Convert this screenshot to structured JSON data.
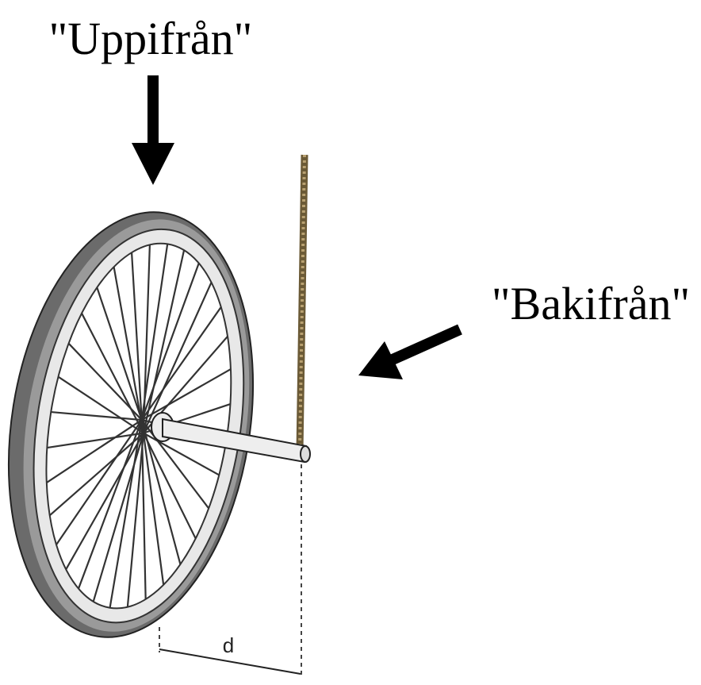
{
  "labels": {
    "top_view": "\"Uppifrån\"",
    "back_view": "\"Bakifrån\"",
    "distance": "d"
  },
  "colors": {
    "tire": "#6b6b6b",
    "rim": "#e6e6e6",
    "rope": "#8a7448",
    "arrow": "#000000"
  },
  "spoke_count": 32
}
